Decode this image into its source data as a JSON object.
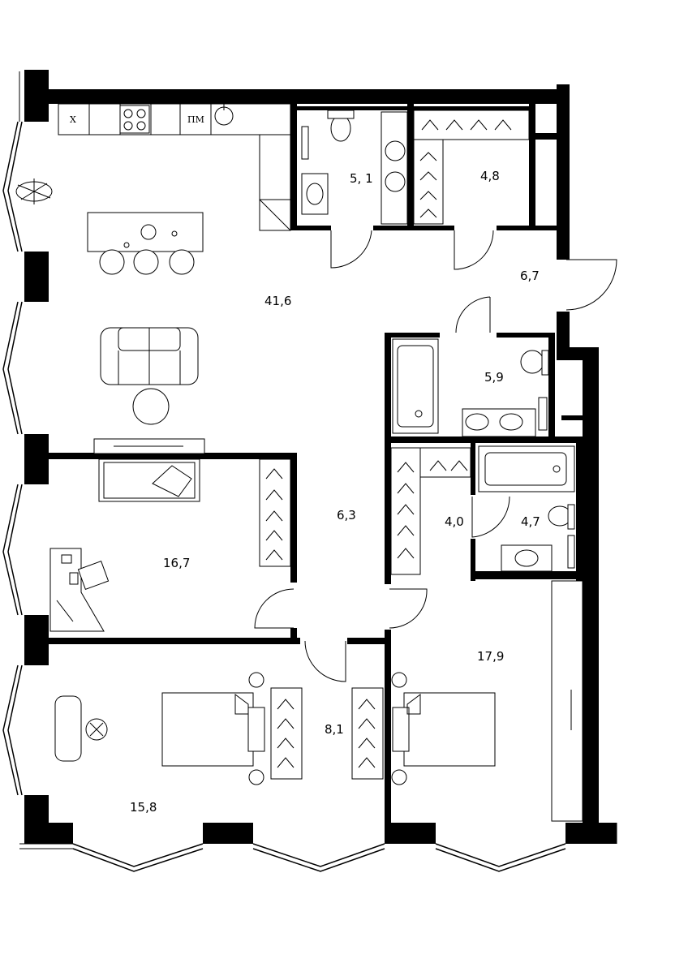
{
  "rooms": [
    {
      "id": "living-kitchen",
      "area": "41,6"
    },
    {
      "id": "wc-kitchen-side",
      "area": "5, 1"
    },
    {
      "id": "wardrobe-top",
      "area": "4,8"
    },
    {
      "id": "entrance-hall",
      "area": "6,7"
    },
    {
      "id": "bathroom-upper",
      "area": "5,9"
    },
    {
      "id": "corridor",
      "area": "6,3"
    },
    {
      "id": "wardrobe-middle",
      "area": "4,0"
    },
    {
      "id": "bathroom-lower",
      "area": "4,7"
    },
    {
      "id": "study-bedroom",
      "area": "16,7"
    },
    {
      "id": "bedroom-southwest",
      "area": "15,8"
    },
    {
      "id": "wardrobe-central",
      "area": "8,1"
    },
    {
      "id": "bedroom-southeast",
      "area": "17,9"
    }
  ],
  "appliances": {
    "x_label": "Х",
    "dishwasher_label": "ПМ"
  }
}
